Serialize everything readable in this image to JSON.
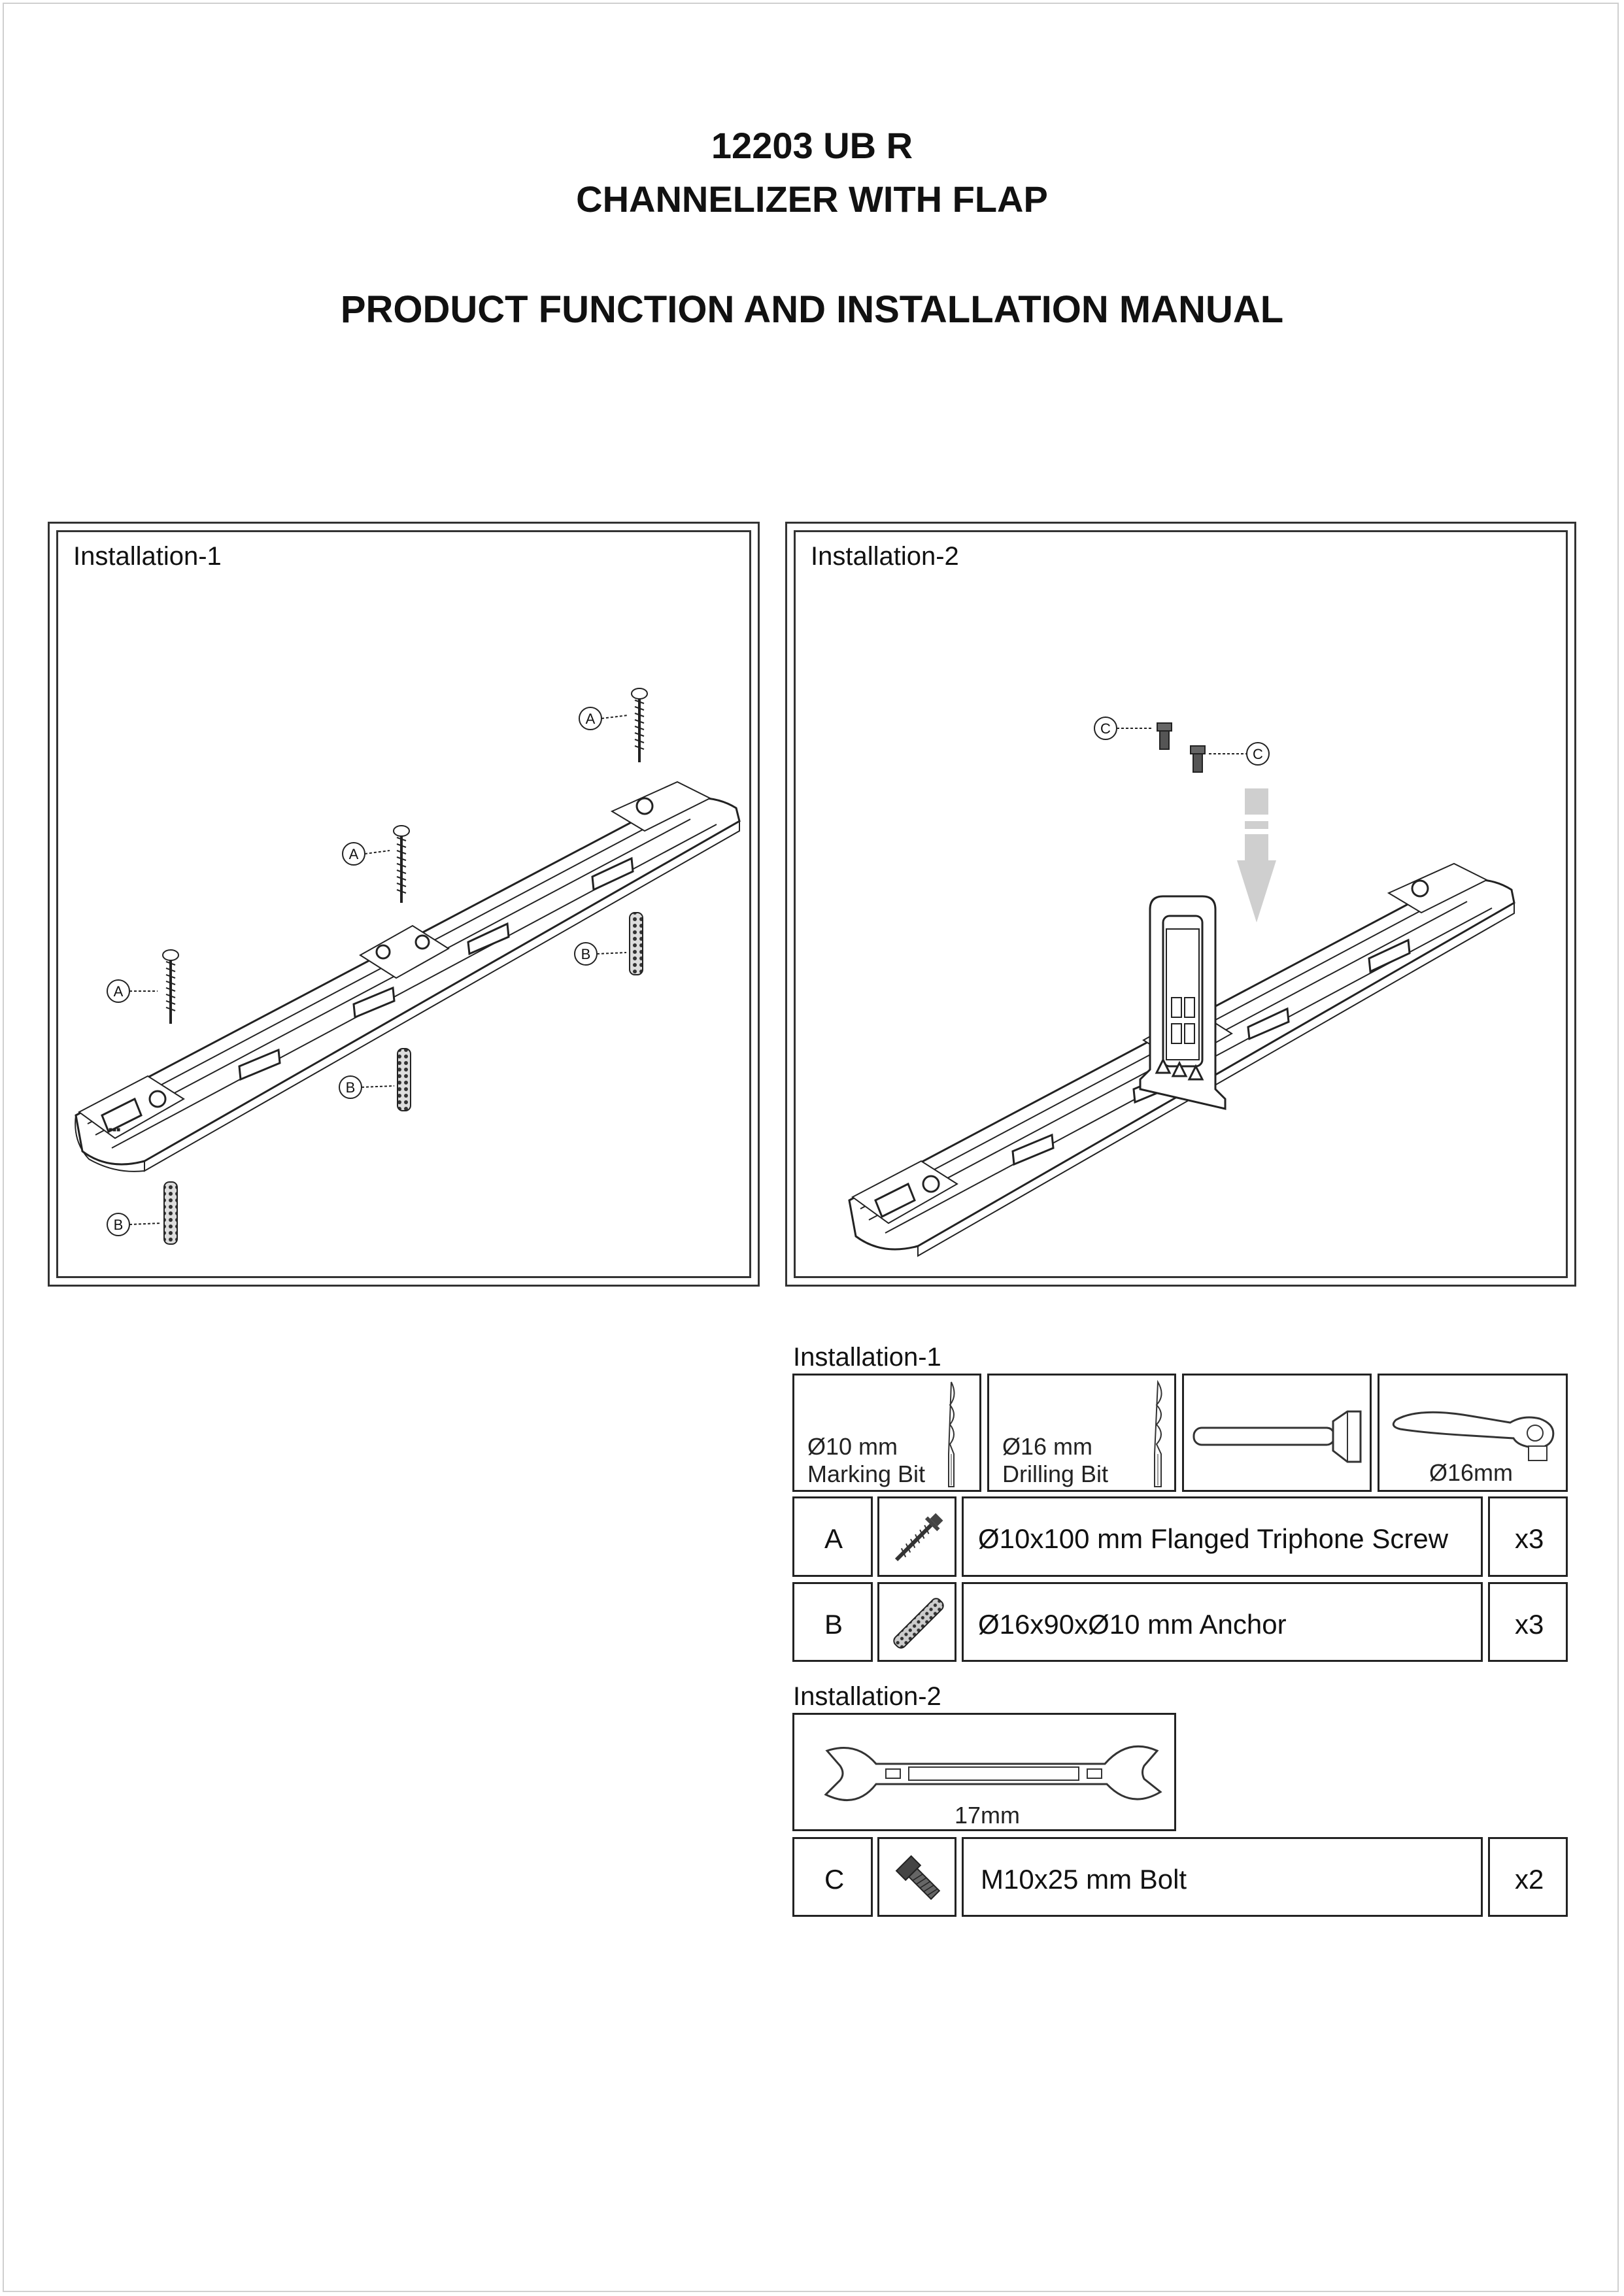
{
  "header": {
    "model": "12203 UB R",
    "product": "CHANNELIZER WITH FLAP",
    "manual_title": "PRODUCT FUNCTION AND INSTALLATION MANUAL"
  },
  "panels": {
    "installation_1": {
      "title": "Installation-1",
      "callouts": [
        "A",
        "A",
        "A",
        "B",
        "B",
        "B"
      ]
    },
    "installation_2": {
      "title": "Installation-2",
      "callouts": [
        "C",
        "C"
      ]
    }
  },
  "parts": {
    "installation_1": {
      "title": "Installation-1",
      "tools": [
        {
          "icon": "drill-bit-icon",
          "line1": "Ø10 mm",
          "line2": "Marking Bit"
        },
        {
          "icon": "drill-bit-icon",
          "line1": "Ø16 mm",
          "line2": "Drilling Bit"
        },
        {
          "icon": "hammer-icon"
        },
        {
          "icon": "ratchet-wrench-icon",
          "label": "Ø16mm"
        }
      ],
      "items": [
        {
          "code": "A",
          "icon": "screw-icon",
          "description": "Ø10x100 mm Flanged Triphone Screw",
          "qty": "x3"
        },
        {
          "code": "B",
          "icon": "anchor-icon",
          "description": "Ø16x90xØ10 mm Anchor",
          "qty": "x3"
        }
      ]
    },
    "installation_2": {
      "title": "Installation-2",
      "tool": {
        "icon": "open-end-wrench-icon",
        "label": "17mm"
      },
      "items": [
        {
          "code": "C",
          "icon": "bolt-icon",
          "description": "M10x25 mm Bolt",
          "qty": "x2"
        }
      ]
    }
  }
}
